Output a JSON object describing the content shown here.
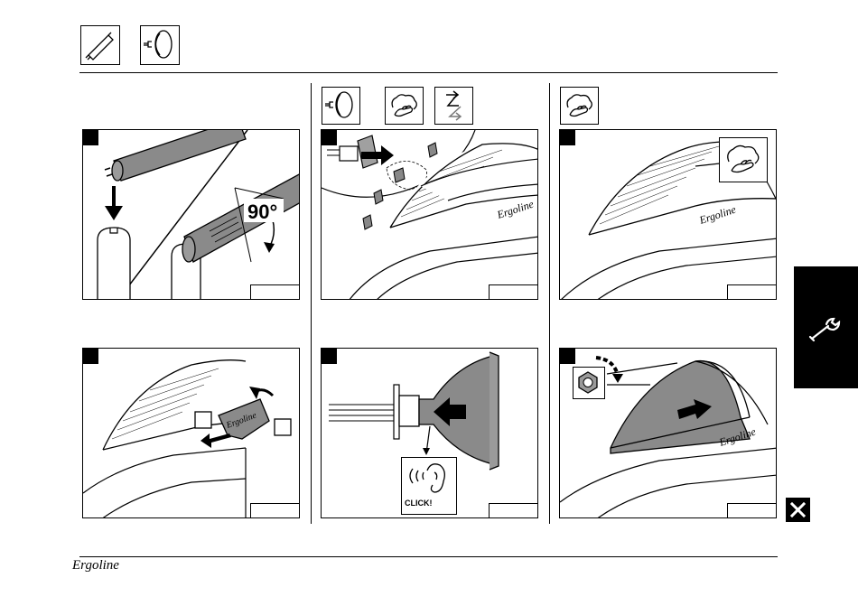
{
  "header": {
    "icons": [
      "fluorescent-tube-icon",
      "reflector-lamp-icon"
    ]
  },
  "columns": [
    {
      "icons": []
    },
    {
      "icons": [
        "reflector-lamp-icon",
        "hand-cloth-icon",
        "recycle-arrows-icon"
      ]
    },
    {
      "icons": [
        "hand-cloth-icon"
      ]
    }
  ],
  "panels": {
    "p1": {
      "angle_label": "90°"
    },
    "p5": {
      "sound_label": "CLICK!"
    }
  },
  "side_tab": {
    "icon": "wrench-icon"
  },
  "close": {
    "icon": "close-icon"
  },
  "footer": {
    "brand": "Ergoline"
  }
}
